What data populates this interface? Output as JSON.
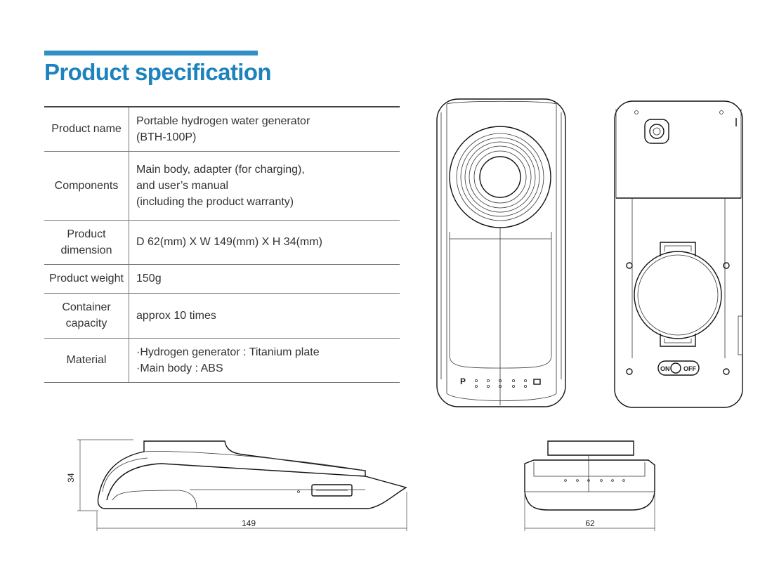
{
  "page": {
    "title": "Product specification"
  },
  "spec_table": [
    {
      "label": "Product name",
      "value": "Portable hydrogen water generator\n(BTH-100P)"
    },
    {
      "label": "Components",
      "value": "Main body, adapter (for charging),\nand user’s manual\n(including the product warranty)"
    },
    {
      "label": "Product\ndimension",
      "value": "D 62(mm)   X   W 149(mm)   X   H 34(mm)"
    },
    {
      "label": "Product weight",
      "value": "150g"
    },
    {
      "label": "Container\ncapacity",
      "value": "approx 10 times"
    },
    {
      "label": "Material",
      "value": "·Hydrogen generator : Titanium plate\n·Main body : ABS"
    }
  ],
  "drawings": {
    "side_height": "34",
    "side_width": "149",
    "end_width": "62",
    "back_switch_on": "ON",
    "back_switch_off": "OFF",
    "front_mark": "P"
  }
}
